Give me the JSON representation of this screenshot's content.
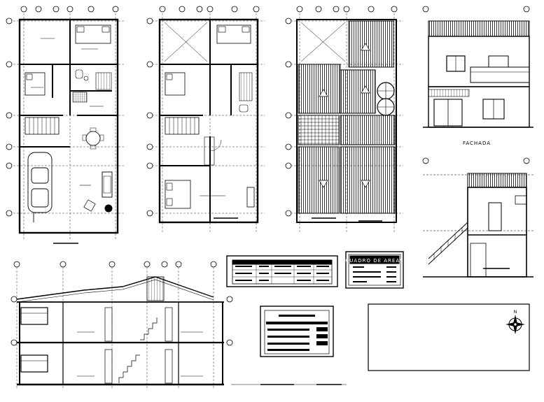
{
  "labels": {
    "fachada": "FACHADA",
    "cuadro_de_areas": "CUADRO DE AREAS",
    "north": "N"
  }
}
